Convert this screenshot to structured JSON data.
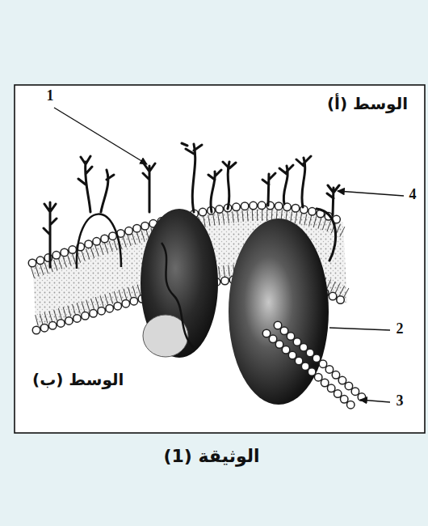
{
  "diagram": {
    "caption": "الوثيقة (1)",
    "labels": [
      "1",
      "الوسط (أ)",
      "4",
      "2",
      "الوسط (ب)",
      "3"
    ]
  }
}
